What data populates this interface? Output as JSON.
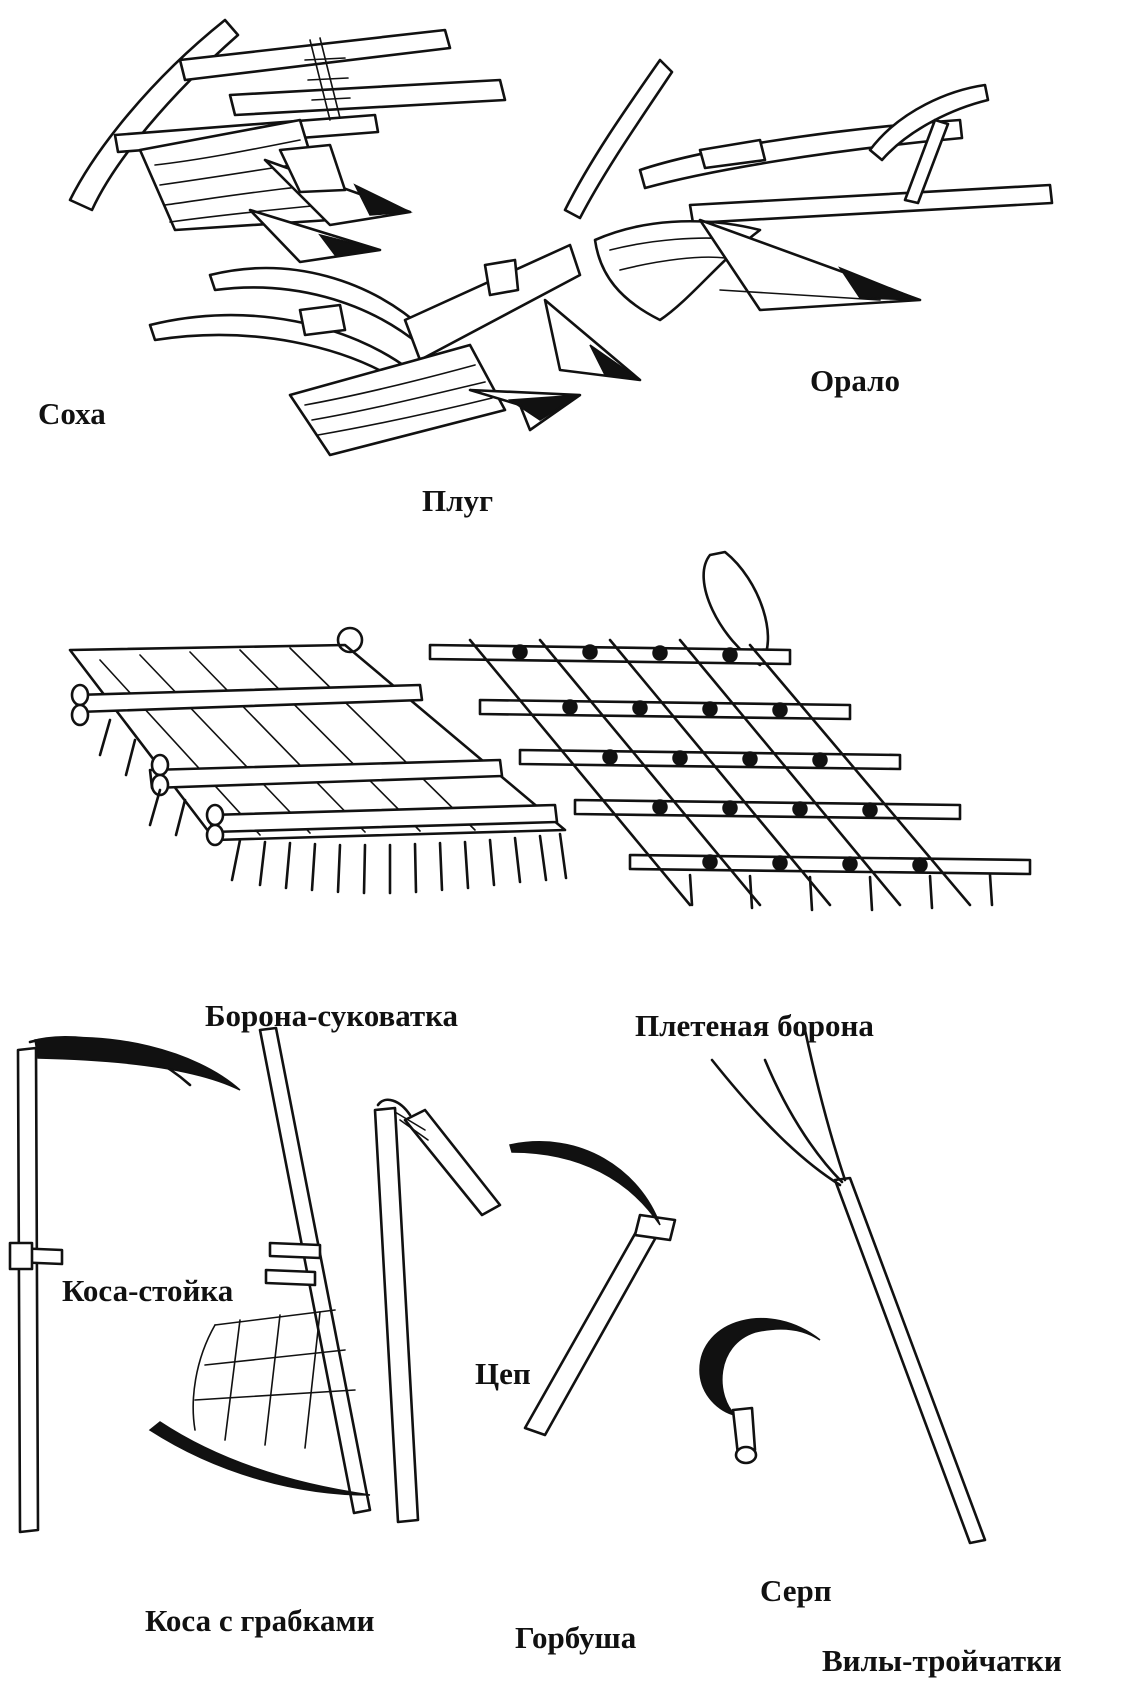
{
  "labels": {
    "sokha": "Соха",
    "plug": "Плуг",
    "oralo": "Орало",
    "borona_sukovatka": "Борона-суковатка",
    "pletenaya_borona": "Плетеная борона",
    "kosa_stoyka": "Коса-стойка",
    "kosa_s_grabkami": "Коса с грабками",
    "tsep": "Цеп",
    "gorbusha": "Горбуша",
    "serp": "Серп",
    "vily_troychatki": "Вилы-тройчатки"
  }
}
